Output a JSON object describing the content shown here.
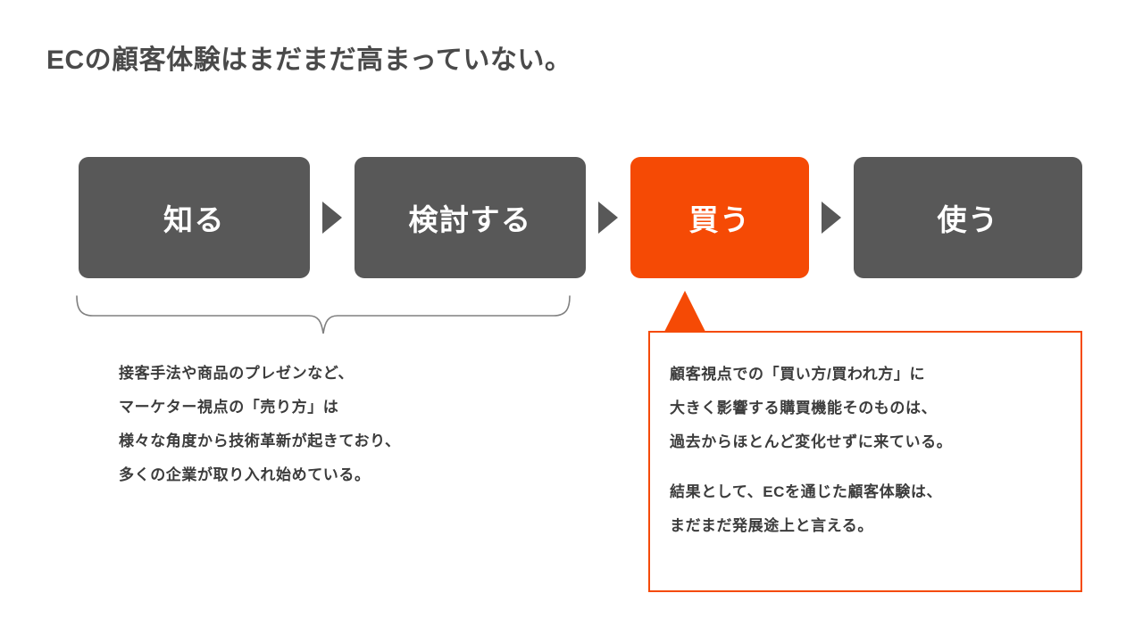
{
  "slide": {
    "title": "ECの顧客体験はまだまだ高まっていない。",
    "background_color": "#ffffff",
    "text_color": "#3c3c3c"
  },
  "colors": {
    "accent_orange": "#f54a05",
    "step_gray": "#585858",
    "title_gray": "#4a4a4a",
    "brace_gray": "#808080"
  },
  "flow": {
    "steps": [
      {
        "label": "知る",
        "state": "default",
        "color": "#585858"
      },
      {
        "label": "検討する",
        "state": "default",
        "color": "#585858"
      },
      {
        "label": "買う",
        "state": "highlighted",
        "color": "#f54a05"
      },
      {
        "label": "使う",
        "state": "default",
        "color": "#585858"
      }
    ],
    "arrows": [
      {
        "icon": "triangle-right-icon"
      },
      {
        "icon": "triangle-right-icon"
      },
      {
        "icon": "triangle-right-icon"
      }
    ]
  },
  "left_caption": {
    "brace_spans_steps": [
      "知る",
      "検討する"
    ],
    "lines": [
      "接客手法や商品のプレゼンなど、",
      "マーケター視点の「売り方」は",
      "様々な角度から技術革新が起きており、",
      "多くの企業が取り入れ始めている。"
    ]
  },
  "callout": {
    "points_to_step": "買う",
    "border_color": "#f54a05",
    "paragraphs": [
      {
        "lines": [
          "顧客視点での「買い方/買われ方」に",
          "大きく影響する購買機能そのものは、",
          "過去からほとんど変化せずに来ている。"
        ]
      },
      {
        "lines": [
          "結果として、ECを通じた顧客体験は、",
          "まだまだ発展途上と言える。"
        ]
      }
    ]
  }
}
